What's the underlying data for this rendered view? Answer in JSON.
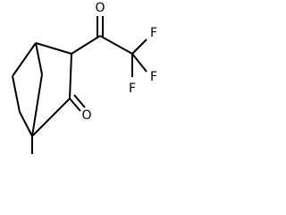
{
  "molecule": {
    "atom_labels": {
      "o_acyl": "O",
      "o_ring": "O",
      "f1": "F",
      "f2": "F",
      "f3": "F"
    },
    "colors": {
      "bond": "#000000",
      "label": "#000000",
      "background": "#ffffff"
    }
  }
}
